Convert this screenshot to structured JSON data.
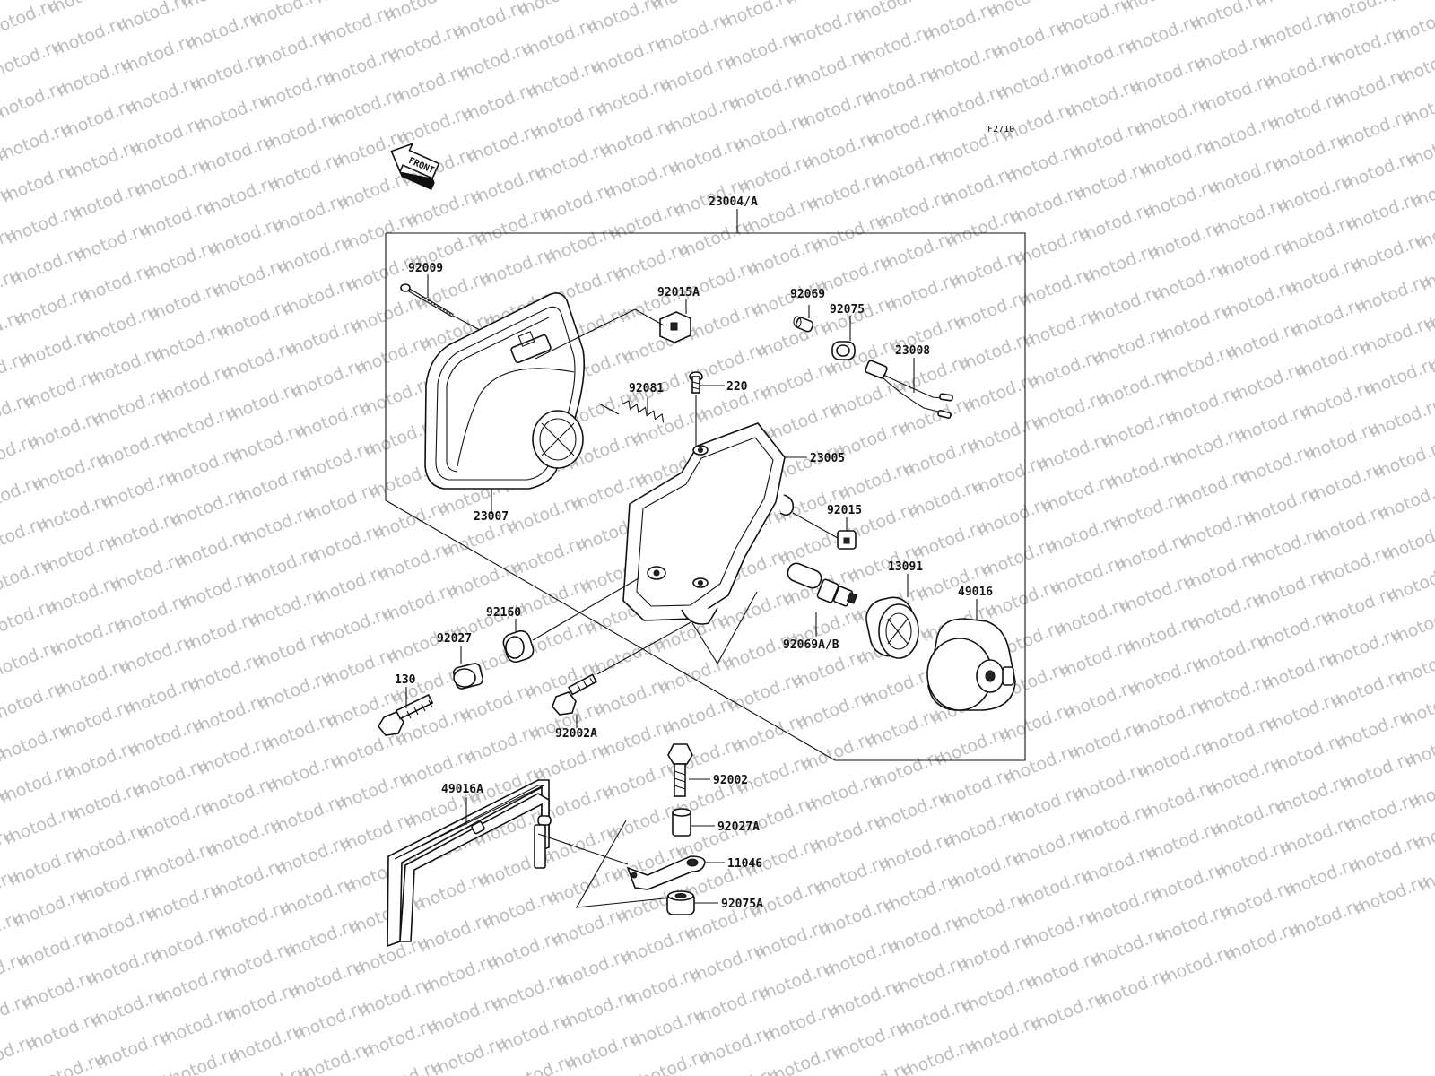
{
  "diagram_code": "F2710",
  "front_label": "FRONT",
  "watermark_text": "motod.ru",
  "parts": {
    "headlight_assy": "23004/A",
    "screw_92009": "92009",
    "bracket_92015A": "92015A",
    "socket_92069": "92069",
    "grommet_92075": "92075",
    "socket_assy_23008": "23008",
    "spring_92081": "92081",
    "screw_220": "220",
    "rim_23005": "23005",
    "lens_23007": "23007",
    "nut_92015": "92015",
    "collar_92160": "92160",
    "bulb_13091": "13091",
    "cover_49016": "49016",
    "bulb_92069AB": "92069A/B",
    "collar_92027": "92027",
    "bolt_130": "130",
    "bolt_92002A": "92002A",
    "bolt_92002": "92002",
    "bracket_49016A": "49016A",
    "collar_92027A": "92027A",
    "bracket_11046": "11046",
    "grommet_92075A": "92075A"
  }
}
